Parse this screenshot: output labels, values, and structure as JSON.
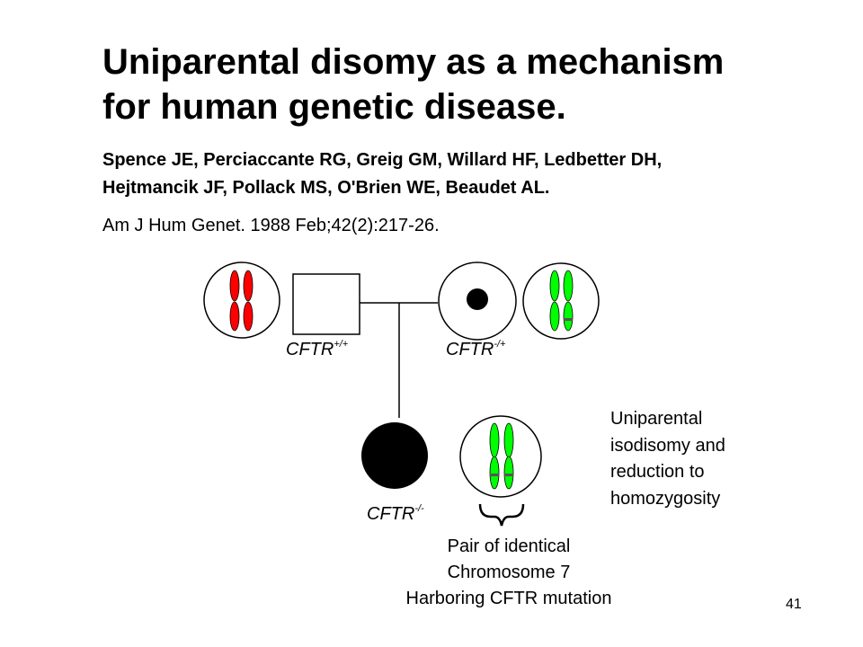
{
  "slide": {
    "title_line1": "Uniparental disomy as a mechanism",
    "title_line2": "for human genetic disease.",
    "authors_line1": "Spence JE, Perciaccante RG, Greig GM, Willard HF, Ledbetter DH,",
    "authors_line2": "Hejtmancik JF, Pollack MS, O'Brien WE, Beaudet AL.",
    "citation": "Am J Hum Genet. 1988 Feb;42(2):217-26.",
    "slide_number": "41"
  },
  "pedigree": {
    "father_gene": "CFTR",
    "father_genotype": "+/+",
    "mother_gene": "CFTR",
    "mother_genotype": "-/+",
    "child_gene": "CFTR",
    "child_genotype": "-/-",
    "note_lines": [
      "Uniparental",
      "isodisomy and",
      "reduction to",
      "homozygosity"
    ],
    "pair_label_lines": [
      "Pair of identical",
      "Chromosome 7",
      "Harboring CFTR mutation"
    ],
    "colors": {
      "paternal_chromosome": "#ff0000",
      "maternal_chromosome": "#00ff00",
      "affected": "#000000",
      "mutation_mark": "#555555"
    }
  }
}
